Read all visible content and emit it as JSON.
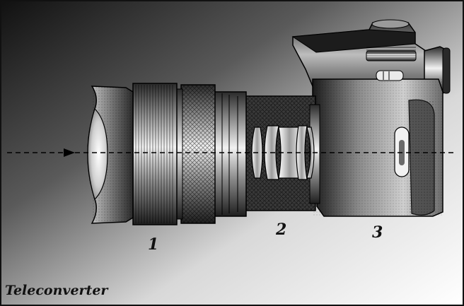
{
  "labels": {
    "lens": "1",
    "teleconverter": "2",
    "camera": "3"
  },
  "caption": "Teleconverter",
  "optical_axis": {
    "style": "dashed",
    "direction": "left-to-right",
    "arrow": "arrowhead"
  },
  "colors": {
    "background_dark": "#1a1a1a",
    "background_light": "#ffffff",
    "outline": "#000000"
  }
}
